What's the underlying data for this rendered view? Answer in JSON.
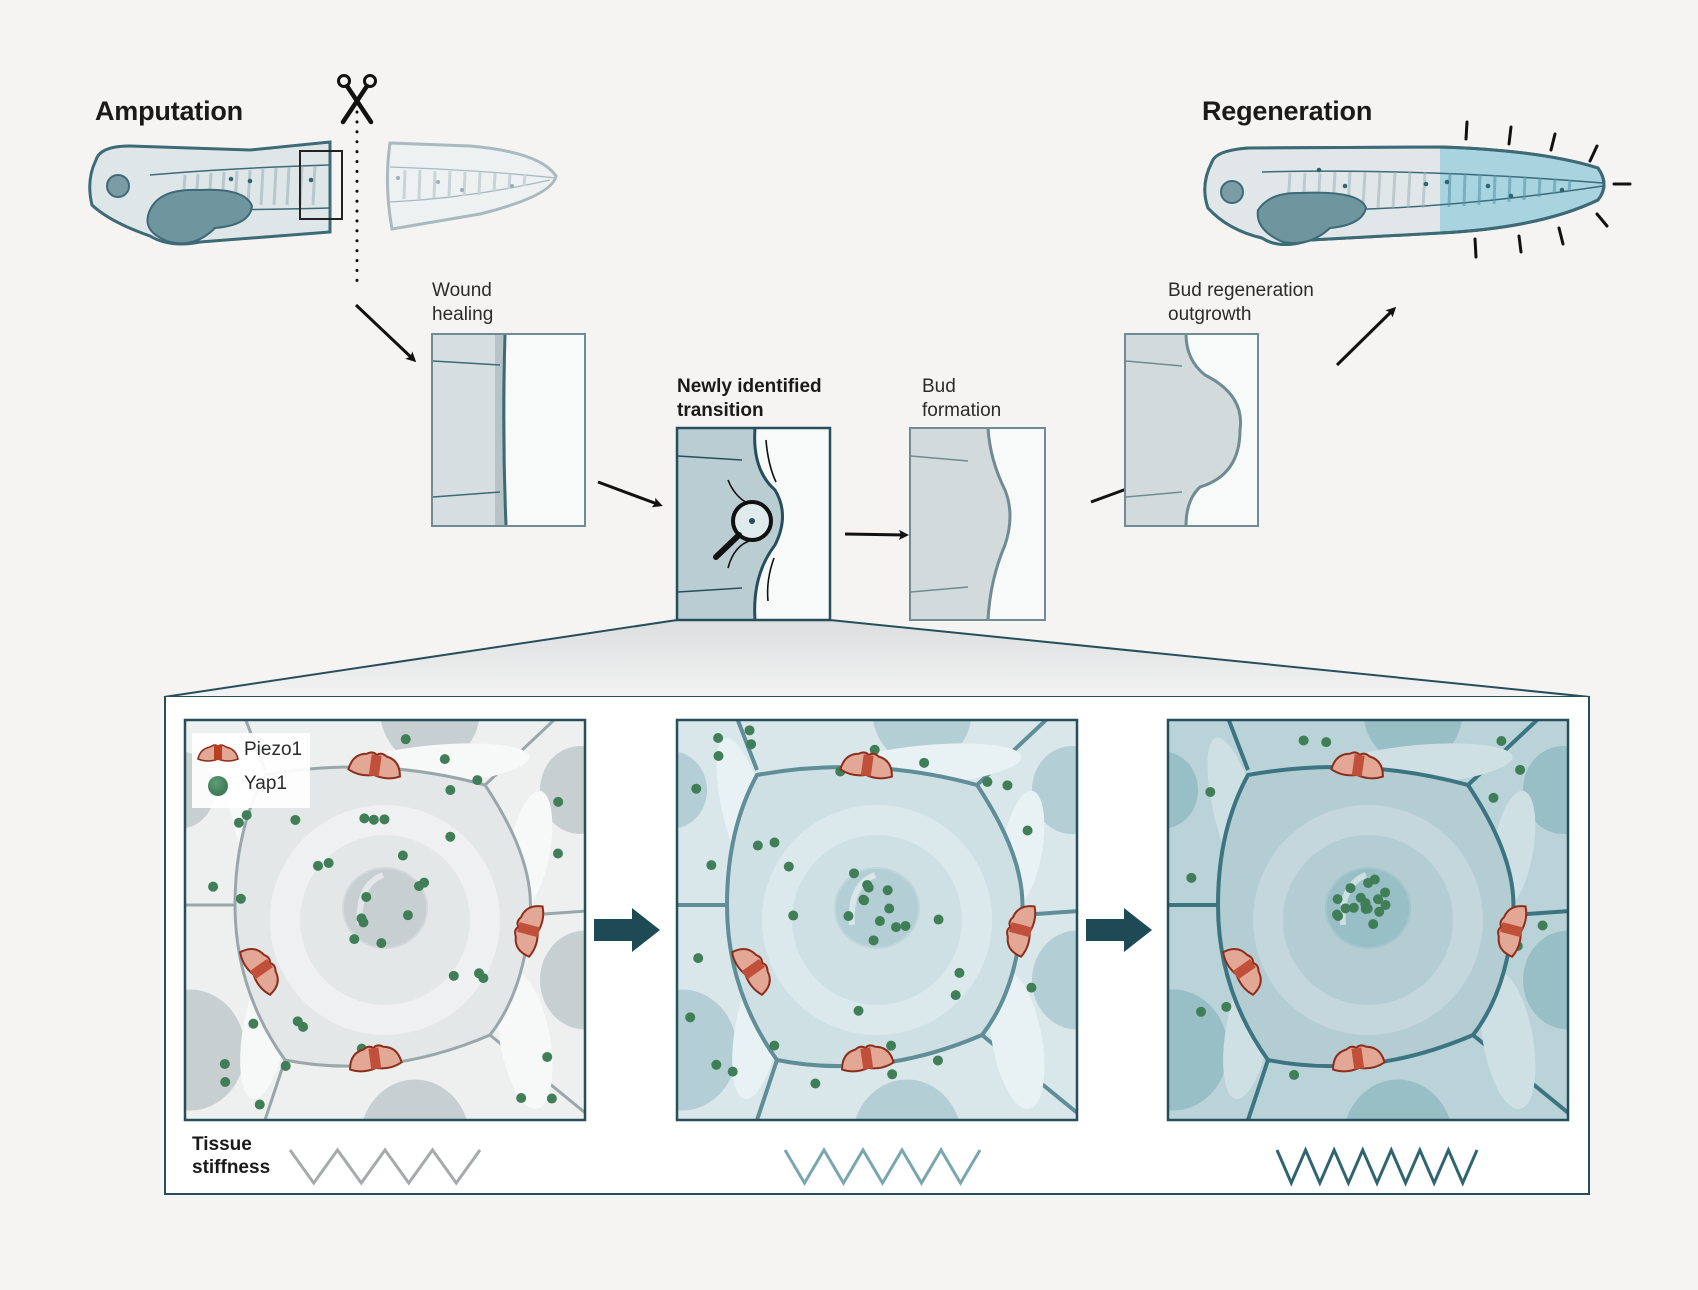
{
  "figure": {
    "left_title": "Amputation",
    "right_title": "Regeneration"
  },
  "stages": [
    {
      "id": "wound",
      "label_line1": "Wound",
      "label_line2": "healing",
      "emphasis": false
    },
    {
      "id": "transition",
      "label_line1": "Newly identified",
      "label_line2": "transition",
      "emphasis": true
    },
    {
      "id": "bud",
      "label_line1": "Bud",
      "label_line2": "formation",
      "emphasis": false
    },
    {
      "id": "outgrowth",
      "label_line1": "Bud regeneration",
      "label_line2": "outgrowth",
      "emphasis": false
    }
  ],
  "legend": {
    "items": [
      {
        "label": "Piezo1",
        "icon": "piezo1-channel-icon",
        "color": "#c0503a"
      },
      {
        "label": "Yap1",
        "icon": "yap1-dot-icon",
        "color": "#3f7e57"
      }
    ]
  },
  "detail_panels": [
    {
      "id": "panel-1",
      "stage": "before",
      "yap1_location": "cytoplasm",
      "stiffness_level": 1,
      "spring_peaks": 4,
      "spring_color": "#a7aaab"
    },
    {
      "id": "panel-2",
      "stage": "transition",
      "yap1_location": "mixed",
      "stiffness_level": 2,
      "spring_peaks": 5,
      "spring_color": "#7aa6ad"
    },
    {
      "id": "panel-3",
      "stage": "after",
      "yap1_location": "nucleus",
      "stiffness_level": 3,
      "spring_peaks": 7,
      "spring_color": "#2f6570"
    }
  ],
  "stiffness": {
    "label_line1": "Tissue",
    "label_line2": "stiffness"
  },
  "colors": {
    "background": "#f6f4f2",
    "outline_dark": "#264f5b",
    "fish_fill": "#d9e1e3",
    "regen_blue": "#9fcfdc",
    "yap1_green": "#3f7e57",
    "piezo_red": "#c0503a",
    "piezo_light": "#e3a796",
    "block_arrow": "#1e4a56"
  }
}
